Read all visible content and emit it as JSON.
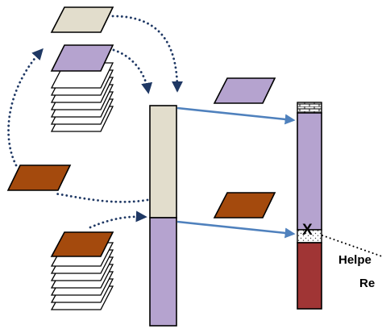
{
  "colors": {
    "beige": "#e2ddcc",
    "purple": "#b5a3cf",
    "brown": "#a44a0d",
    "dark_red": "#a03535",
    "arrow_blue": "#4f81bd",
    "dotted_navy": "#1f3864",
    "outline": "#000000",
    "brick_fill": "#ffffff"
  },
  "labels": {
    "crossing_mark": "X",
    "helper_text": "Helpe",
    "re_text": "Re"
  },
  "icons": {
    "brick_cap": "brick-icon",
    "speckle_band": "speckle-icon"
  }
}
